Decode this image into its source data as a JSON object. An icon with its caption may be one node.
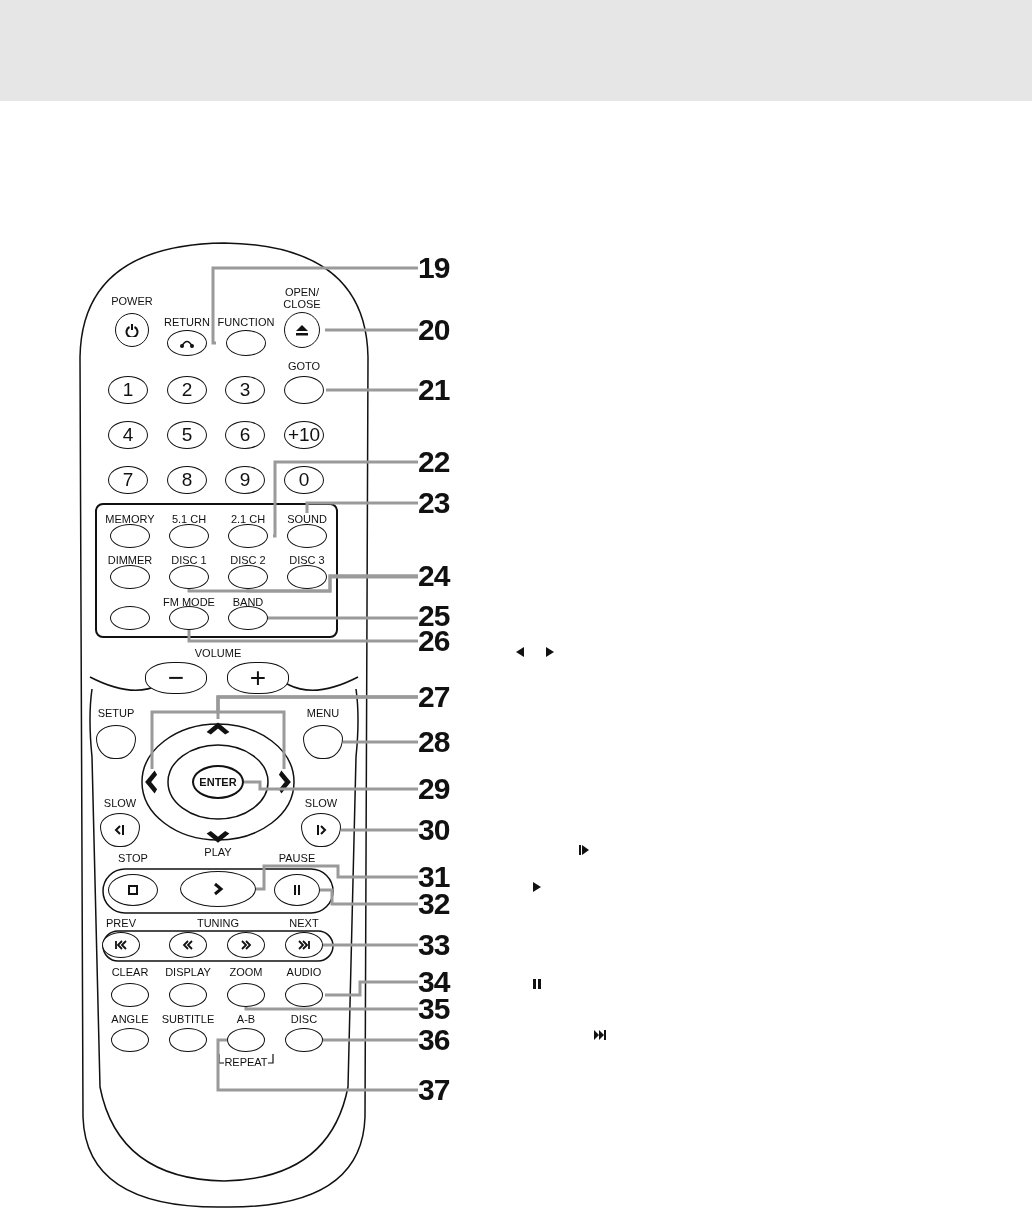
{
  "diagram": {
    "nodes": [
      {
        "text": [],
        "shape": "remote"
      },
      {
        "text": [
          "POWER"
        ],
        "in": 0
      },
      {
        "text": [
          "RETURN"
        ],
        "in": 0
      },
      {
        "text": [
          "FUNCTION"
        ],
        "in": 0
      },
      {
        "text": [
          "OPEN/ CLOSE"
        ],
        "in": 0
      },
      {
        "text": [
          "GOTO"
        ],
        "in": 0
      },
      {
        "text": [
          "1"
        ],
        "in": 0
      },
      {
        "text": [
          "2"
        ],
        "in": 0
      },
      {
        "text": [
          "3"
        ],
        "in": 0
      },
      {
        "text": [
          "4"
        ],
        "in": 0
      },
      {
        "text": [
          "5"
        ],
        "in": 0
      },
      {
        "text": [
          "6"
        ],
        "in": 0
      },
      {
        "text": [
          "+10"
        ],
        "in": 0
      },
      {
        "text": [
          "7"
        ],
        "in": 0
      },
      {
        "text": [
          "8"
        ],
        "in": 0
      },
      {
        "text": [
          "9"
        ],
        "in": 0
      },
      {
        "text": [
          "0"
        ],
        "in": 0
      },
      {
        "text": [],
        "shape": "box",
        "in": 0
      },
      {
        "text": [
          "MEMORY"
        ],
        "in": 17
      },
      {
        "text": [
          "5.1 CH"
        ],
        "in": 17
      },
      {
        "text": [
          "2.1 CH"
        ],
        "in": 17
      },
      {
        "text": [
          "SOUND"
        ],
        "in": 17
      },
      {
        "text": [
          "DIMMER"
        ],
        "in": 17
      },
      {
        "text": [
          "DISC 1"
        ],
        "in": 17
      },
      {
        "text": [
          "DISC 2"
        ],
        "in": 17
      },
      {
        "text": [
          "DISC 3"
        ],
        "in": 17
      },
      {
        "text": [],
        "shape": "button",
        "in": 17
      },
      {
        "text": [
          "FM MODE"
        ],
        "in": 17
      },
      {
        "text": [
          "BAND"
        ],
        "in": 17
      },
      {
        "text": [
          "−"
        ],
        "in": 0
      },
      {
        "text": [
          "+"
        ],
        "in": 0
      },
      {
        "text": [
          "SETUP"
        ],
        "in": 0
      },
      {
        "text": [],
        "shape": "chevron",
        "in": 0
      },
      {
        "text": [
          "MENU"
        ],
        "in": 0
      },
      {
        "text": [],
        "shape": "chevron",
        "in": 0
      },
      {
        "text": [
          "ENTER"
        ],
        "in": 0
      },
      {
        "text": [],
        "shape": "chevron",
        "in": 0
      },
      {
        "text": [
          "SLOW"
        ],
        "in": 0
      },
      {
        "text": [
          "SLOW"
        ],
        "in": 0
      },
      {
        "text": [],
        "shape": "chevron",
        "in": 0
      },
      {
        "text": [
          "STOP"
        ],
        "in": 0
      },
      {
        "text": [
          "PLAY"
        ],
        "in": 0
      },
      {
        "text": [
          "PAUSE"
        ],
        "in": 0
      },
      {
        "text": [
          "PREV"
        ],
        "in": 0
      },
      {
        "text": [],
        "shape": "button",
        "in": 0
      },
      {
        "text": [],
        "shape": "button",
        "in": 0
      },
      {
        "text": [
          "NEXT"
        ],
        "in": 0
      },
      {
        "text": [
          "CLEAR"
        ],
        "in": 0
      },
      {
        "text": [
          "DISPLAY"
        ],
        "in": 0
      },
      {
        "text": [
          "ZOOM"
        ],
        "in": 0
      },
      {
        "text": [
          "AUDIO"
        ],
        "in": 0
      },
      {
        "text": [
          "ANGLE"
        ],
        "in": 0
      },
      {
        "text": [
          "SUBTITLE"
        ],
        "in": 0
      },
      {
        "text": [
          "A-B"
        ],
        "in": 0
      },
      {
        "text": [
          "DISC"
        ],
        "in": 0
      },
      {
        "text": [
          "19"
        ]
      },
      {
        "text": [
          "20"
        ]
      },
      {
        "text": [
          "21"
        ]
      },
      {
        "text": [
          "22"
        ]
      },
      {
        "text": [
          "23"
        ]
      },
      {
        "text": [
          "24"
        ]
      },
      {
        "text": [
          "25"
        ]
      },
      {
        "text": [
          "26"
        ]
      },
      {
        "text": [
          "27"
        ]
      },
      {
        "text": [
          "28"
        ]
      },
      {
        "text": [
          "29"
        ]
      },
      {
        "text": [
          "30"
        ]
      },
      {
        "text": [
          "31"
        ]
      },
      {
        "text": [
          "32"
        ]
      },
      {
        "text": [
          "33"
        ]
      },
      {
        "text": [
          "34"
        ]
      },
      {
        "text": [
          "35"
        ]
      },
      {
        "text": [
          "36"
        ]
      },
      {
        "text": [
          "37"
        ]
      }
    ],
    "edges": [
      {
        "from": 55,
        "to": 3,
        "arrow": "none"
      },
      {
        "from": 56,
        "to": 4,
        "arrow": "none"
      },
      {
        "from": 57,
        "to": 5,
        "arrow": "none"
      },
      {
        "from": 58,
        "to": 20,
        "arrow": "none"
      },
      {
        "from": 59,
        "to": 21,
        "arrow": "none"
      },
      {
        "from": 60,
        "to": 23,
        "arrow": "none"
      },
      {
        "from": 60,
        "to": 24,
        "arrow": "none"
      },
      {
        "from": 60,
        "to": 25,
        "arrow": "none"
      },
      {
        "from": 61,
        "to": 28,
        "arrow": "none"
      },
      {
        "from": 62,
        "to": 27,
        "arrow": "none"
      },
      {
        "from": 63,
        "to": 34,
        "arrow": "none"
      },
      {
        "from": 63,
        "to": 32,
        "arrow": "none"
      },
      {
        "from": 63,
        "to": 36,
        "arrow": "none"
      },
      {
        "from": 64,
        "to": 33,
        "arrow": "none"
      },
      {
        "from": 65,
        "to": 35,
        "arrow": "none"
      },
      {
        "from": 66,
        "to": 38,
        "arrow": "none"
      },
      {
        "from": 67,
        "to": 41,
        "arrow": "none"
      },
      {
        "from": 68,
        "to": 42,
        "arrow": "none"
      },
      {
        "from": 69,
        "to": 46,
        "arrow": "none"
      },
      {
        "from": 70,
        "to": 50,
        "arrow": "none"
      },
      {
        "from": 71,
        "to": 49,
        "arrow": "none"
      },
      {
        "from": 72,
        "to": 54,
        "arrow": "none"
      },
      {
        "from": 73,
        "to": 53,
        "arrow": "none"
      }
    ],
    "labels": [
      "VOLUME",
      "TUNING",
      "REPEAT"
    ]
  }
}
